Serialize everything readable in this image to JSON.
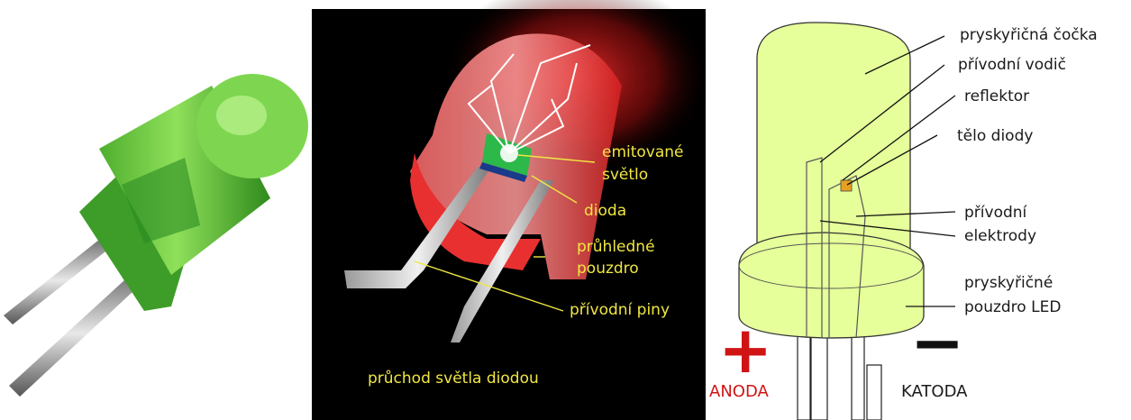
{
  "panel_middle": {
    "emitted_light_line1": "emitované",
    "emitted_light_line2": "světlo",
    "diode": "dioda",
    "housing_line1": "průhledné",
    "housing_line2": "pouzdro",
    "pins": "přívodní piny",
    "light_path": "průchod světla diodou"
  },
  "panel_right": {
    "lens": "pryskyřičná čočka",
    "lead_wire": "přívodní vodič",
    "reflector": "reflektor",
    "diode_body": "tělo diody",
    "electrodes_line1": "přívodní",
    "electrodes_line2": "elektrody",
    "housing_line1": "pryskyřičné",
    "housing_line2": "pouzdro LED",
    "anode": "ANODA",
    "cathode": "KATODA",
    "plus_symbol": "+",
    "minus_symbol": "−"
  },
  "colors": {
    "led_green": "#3fbf3a",
    "led_red": "#e83a3a",
    "label_yellow": "#f0e642",
    "led_lime": "#e6ff9a",
    "anode_red": "#d01414"
  }
}
